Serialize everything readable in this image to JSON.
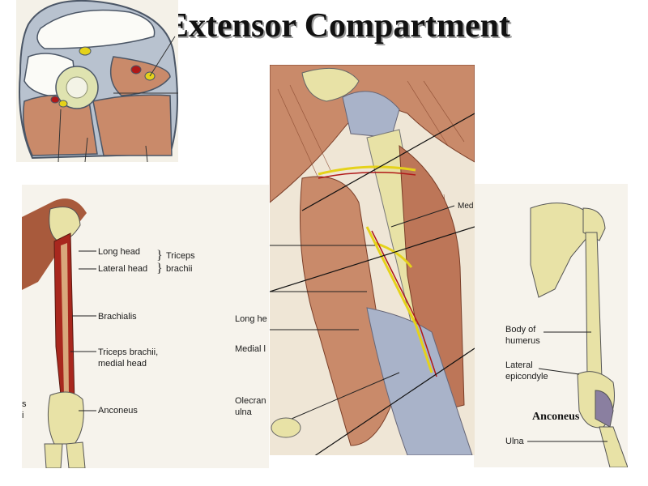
{
  "title": "Extensor Compartment",
  "left_panel": {
    "labels": {
      "long_head": "Long head",
      "lateral_head": "Lateral head",
      "triceps": "Triceps",
      "brachii": "brachii",
      "brachialis": "Brachialis",
      "triceps_medial_1": "Triceps brachii,",
      "triceps_medial_2": "medial head",
      "anconeus": "Anconeus",
      "cut_s": "s",
      "cut_i": "i"
    }
  },
  "middle_panel": {
    "labels": {
      "long_he": "Long he",
      "medial_l": "Medial l",
      "olecran": "Olecran",
      "ulna": "ulna"
    }
  },
  "center_panel": {
    "labels": {
      "med": "Med"
    }
  },
  "right_panel": {
    "labels": {
      "body_of_1": "Body of",
      "body_of_2": "humerus",
      "lateral_1": "Lateral",
      "lateral_2": "epicondyle",
      "ulna": "Ulna",
      "anconeus": "Anconeus"
    }
  },
  "colors": {
    "muscle": "#c98a6a",
    "muscle_dark": "#a85a3c",
    "bone": "#e8e2a6",
    "nerve": "#e5d21a",
    "fascia": "#a9b3c9",
    "artery": "#b01818"
  }
}
